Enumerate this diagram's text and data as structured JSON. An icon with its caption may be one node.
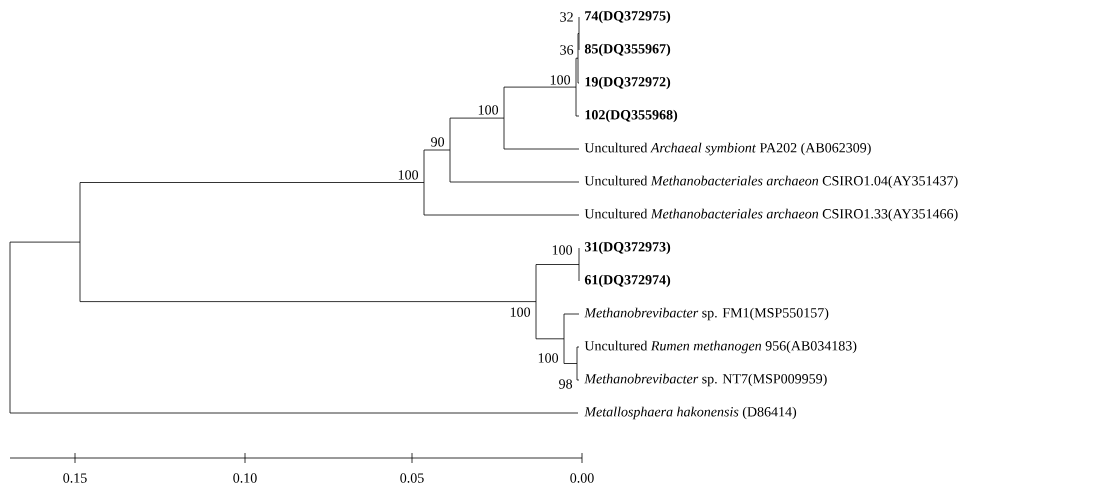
{
  "diagram": {
    "labels": [
      "32",
      "74(DQ372975)",
      "36",
      "85(DQ355967)",
      "100",
      "19(DQ372972)",
      "102(DQ355968)",
      "100",
      "90",
      "Uncultured *Archaeal symbiont* PA202 (AB062309)",
      "100",
      "Uncultured *Methanobacteriales archaeon* CSIRO1.04(AY351437)",
      "Uncultured *Methanobacteriales archaeon* CSIRO1.33(AY351466)",
      "100",
      "31(DQ372973)",
      "61(DQ372974)",
      "100",
      "*Methanobrevibacter* sp. FM1(MSP550157)",
      "100",
      "Uncultured *Rumen methanogen* 956(AB034183)",
      "98",
      "*Methanobrevibacter* sp. NT7(MSP009959)",
      "*Metallosphaera hakonensis* (D86414)",
      "0.15",
      "0.10",
      "0.05",
      "0.00"
    ]
  }
}
